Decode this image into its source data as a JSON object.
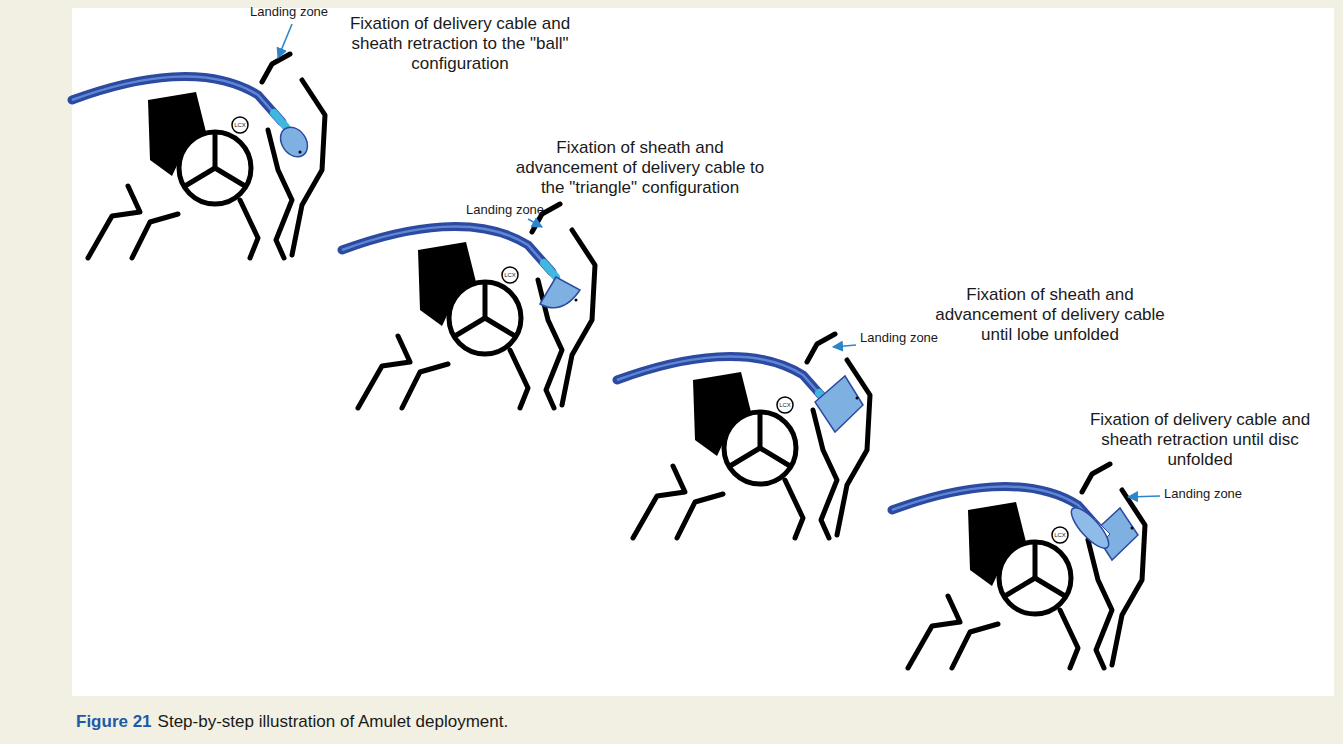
{
  "diagram": {
    "caption": "Step-by-step illustration of Amulet deployment.",
    "labels": [
      "Landing zone",
      "Fixation of delivery cable and sheath retraction to the \"ball\" configuration",
      "LCX",
      "Fixation of sheath and advancement of delivery cable to the \"triangle\" configuration",
      "Landing zone",
      "LCX",
      "Fixation of sheath and advancement of delivery cable until lobe unfolded",
      "Landing zone",
      "LCX",
      "Fixation of delivery cable and sheath retraction until disc unfolded",
      "Landing zone",
      "LCX",
      "Figure 21"
    ]
  }
}
